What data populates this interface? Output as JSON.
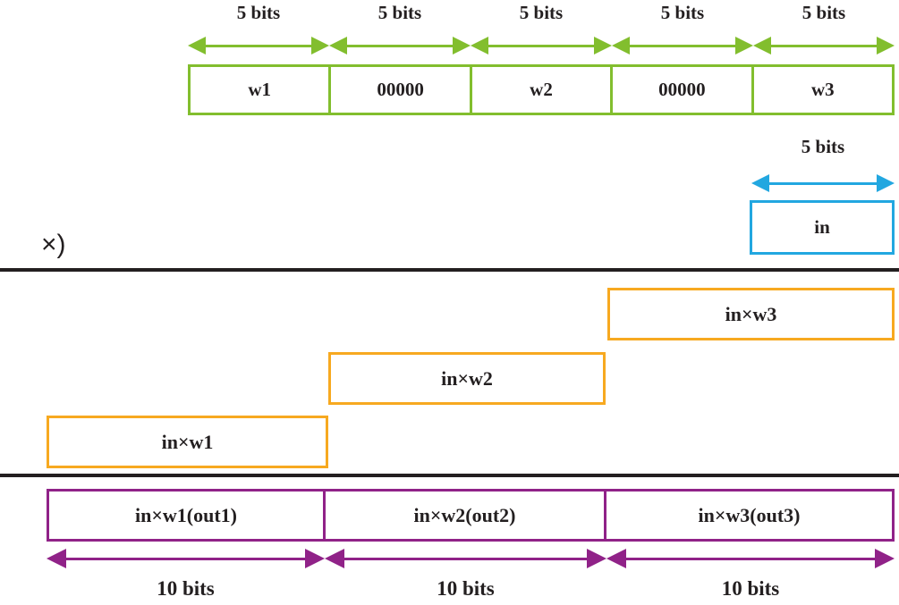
{
  "colors": {
    "green": "#82be2e",
    "blue": "#22a7e0",
    "orange": "#f7a920",
    "purple": "#902288",
    "line": "#231f20"
  },
  "top_register": {
    "bit_labels": [
      "5 bits",
      "5 bits",
      "5 bits",
      "5 bits",
      "5 bits"
    ],
    "cells": [
      "w1",
      "00000",
      "w2",
      "00000",
      "w3"
    ]
  },
  "multiplier": {
    "bit_label": "5 bits",
    "cell": "in"
  },
  "operator": "×)",
  "partial_products": [
    "in×w3",
    "in×w2",
    "in×w1"
  ],
  "result_register": {
    "cells": [
      "in×w1(out1)",
      "in×w2(out2)",
      "in×w3(out3)"
    ],
    "bit_labels": [
      "10 bits",
      "10 bits",
      "10 bits"
    ]
  }
}
